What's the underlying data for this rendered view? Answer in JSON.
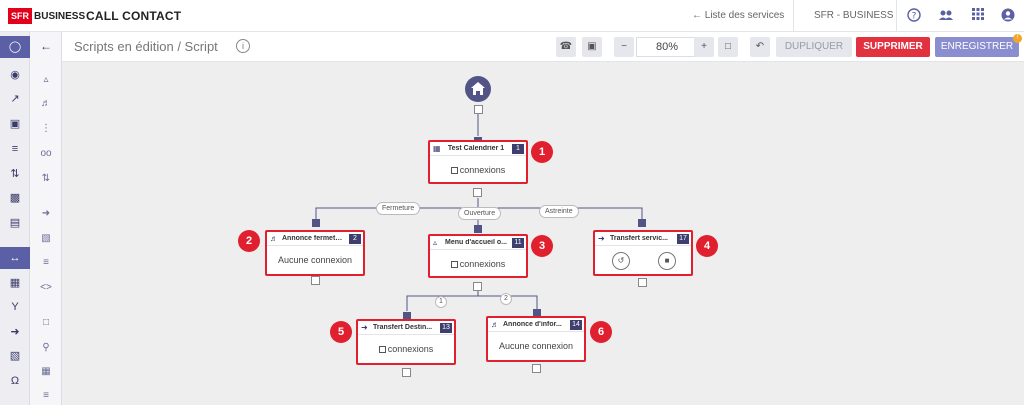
{
  "header": {
    "logo_sfr": "SFR",
    "logo_business": "BUSINESS",
    "app_title": "CALL CONTACT",
    "services_link": "← Liste des services",
    "org_name": "SFR - BUSINESS"
  },
  "toolbar": {
    "title": "Scripts en édition / Script",
    "zoom": "80%",
    "duplicate_label": "DUPLIQUER",
    "delete_label": "SUPPRIMER",
    "save_label": "ENREGISTRER"
  },
  "nodes": [
    {
      "title": "Test Calendrier 1",
      "id": "1",
      "body": "connexions",
      "badge": "1"
    },
    {
      "title": "Annonce fermeture",
      "id": "2",
      "body": "Aucune connexion",
      "badge": "2"
    },
    {
      "title": "Menu d'accueil o...",
      "id": "11",
      "body": "connexions",
      "badge": "3"
    },
    {
      "title": "Transfert servic...",
      "id": "17",
      "body": "",
      "badge": "4"
    },
    {
      "title": "Transfert Destin...",
      "id": "13",
      "body": "connexions",
      "badge": "5"
    },
    {
      "title": "Annonce d'infor...",
      "id": "14",
      "body": "Aucune connexion",
      "badge": "6"
    }
  ],
  "edge_labels": {
    "fermeture": "Fermeture",
    "ouverture": "Ouverture",
    "astreinte": "Astreinte",
    "one": "1",
    "two": "2"
  },
  "colors": {
    "accent": "#5b5fa5",
    "danger": "#e0202e",
    "node_id_bg": "#3e3f6e"
  }
}
